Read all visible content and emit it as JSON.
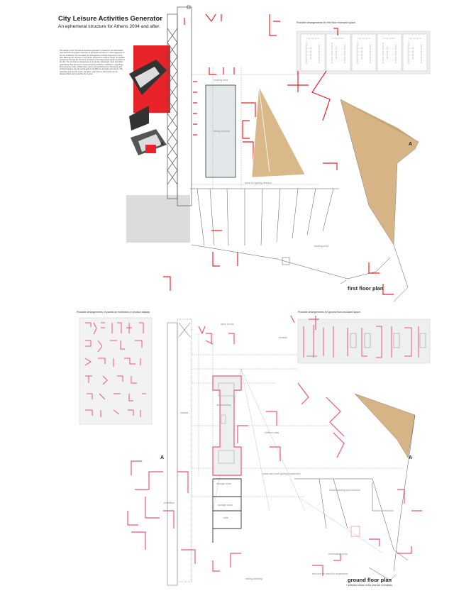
{
  "header": {
    "title": "City Leisure Activities Generator",
    "subtitle": "An ephemeral structure for Athens 2004 and after.",
    "description": "The design of the 'City leisure activities generator' is based on the deformation, reconstruction and rapid inspection of personal memories or visual fragments of the city of Athens. The formation and arrangement of these fragments is such that, although the structure in its entirety presents an 'original image', the spatial experience through the structure is based on the fragmented visual memories of the city. The structure is designed as a temporary, lightweight, steel and fabric construction that can host a variety of leisure activities: exhibitions, workshops, library-internet, cafe, children play, sports and performances. The panels and enclosed spaces can be rearranged to suit different activities and events. The materials used are for reuse; the fabric, steel frames and panels can be disassembled and reused for the Games."
  },
  "first_floor": {
    "arrangements_heading": "Possible arrangements for first floor enclosed space.",
    "plan_title": "first floor plan",
    "labels": {
      "reading_area": "reading area",
      "library": "library-internet",
      "lighting": "area for lighting director",
      "seating": "seating area"
    }
  },
  "ground_floor": {
    "panels_heading": "Possible arrangements of panels for exhibition or product display",
    "arrangements_heading": "Possible arrangements for ground floor enclosed space.",
    "plan_title": "ground floor plan",
    "note": "* activities shown in the plan are exemplary",
    "labels": {
      "table_tennis": "table tennis",
      "football": "football",
      "workshop": "workshop",
      "market": "market",
      "art_workshop": "art-workshop",
      "children_play": "children play",
      "posts": "posts can hold lighting equipment",
      "storage1": "storage room",
      "storage2": "storage room",
      "cafe": "cafe",
      "exhibition": "exhibition",
      "skateboarding": "skateboarding performance",
      "information": "information point",
      "tent": "tent can be used for projections",
      "eating": "eating-drinking"
    }
  },
  "section_marker": "A",
  "colors": {
    "accent": "#e8242a",
    "panel": "#e8587a",
    "tan": "#d9b98a",
    "grey": "#dcdcdc"
  }
}
